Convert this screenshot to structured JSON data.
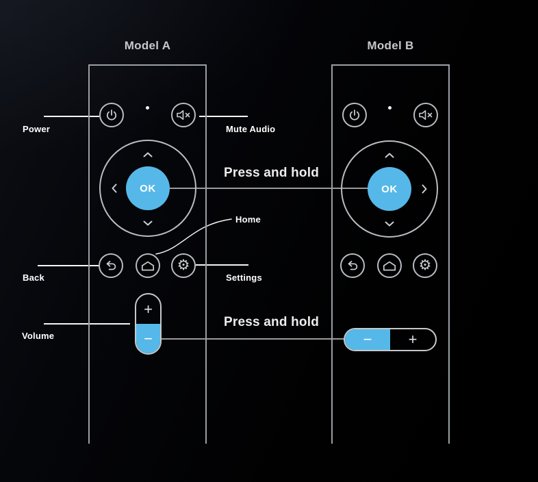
{
  "colors": {
    "accent_blue": "#56b8e8",
    "outline_gray": "#b9bdc2",
    "remote_border": "#9aa0a5",
    "connector_gray": "#9b9b9b",
    "label_white": "#ffffff",
    "title_gray": "#c6c7cb",
    "background": "#000000"
  },
  "annotations": {
    "power_label": "Power",
    "mute_label": "Mute Audio",
    "press_hold_ok": "Press and hold",
    "home_label": "Home",
    "back_label": "Back",
    "settings_label": "Settings",
    "volume_label": "Volume",
    "press_hold_volume": "Press and hold"
  },
  "remotes": [
    {
      "title": "Model A",
      "ok_label": "OK",
      "settings_glyph": "⚙",
      "volume_plus": "+",
      "volume_minus": "−",
      "volume_orientation": "vertical",
      "highlighted": [
        "ok-button",
        "volume-minus"
      ]
    },
    {
      "title": "Model B",
      "ok_label": "OK",
      "settings_glyph": "⚙",
      "volume_plus": "+",
      "volume_minus": "−",
      "volume_orientation": "horizontal",
      "highlighted": [
        "ok-button",
        "volume-minus"
      ]
    }
  ]
}
